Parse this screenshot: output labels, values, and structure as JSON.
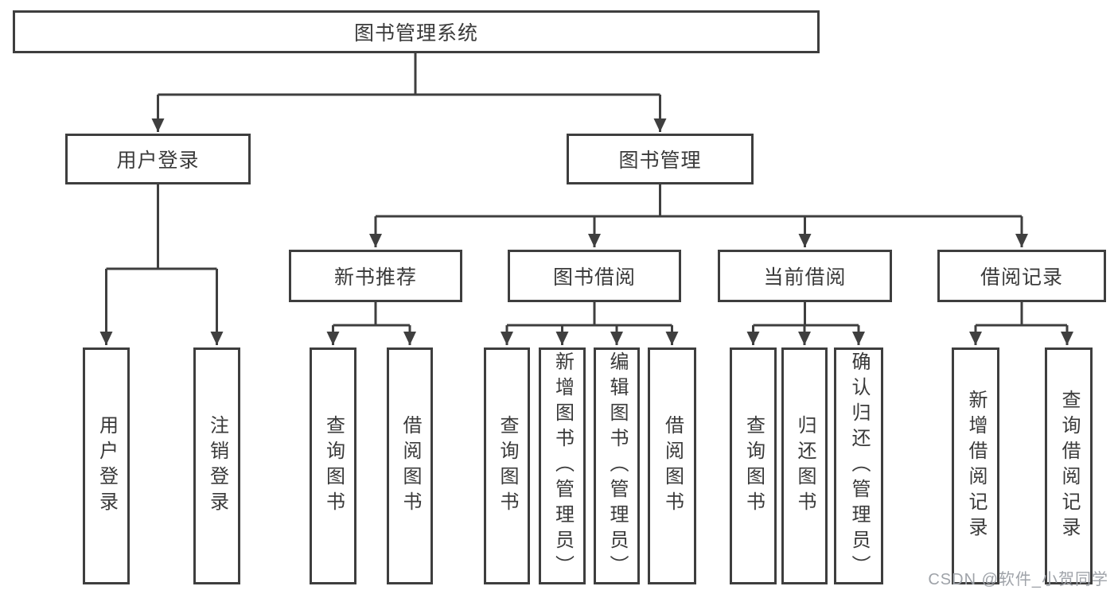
{
  "diagram": {
    "title": "图书管理系统",
    "root": {
      "label": "图书管理系统"
    },
    "branches": [
      {
        "label": "用户登录",
        "children": [
          {
            "label": "用户登录"
          },
          {
            "label": "注销登录"
          }
        ]
      },
      {
        "label": "图书管理",
        "children": [
          {
            "label": "新书推荐",
            "children": [
              {
                "label": "查询图书"
              },
              {
                "label": "借阅图书"
              }
            ]
          },
          {
            "label": "图书借阅",
            "children": [
              {
                "label": "查询图书"
              },
              {
                "label": "新增图书（管理员）"
              },
              {
                "label": "编辑图书（管理员）"
              },
              {
                "label": "借阅图书"
              }
            ]
          },
          {
            "label": "当前借阅",
            "children": [
              {
                "label": "查询图书"
              },
              {
                "label": "归还图书"
              },
              {
                "label": "确认归还（管理员）"
              }
            ]
          },
          {
            "label": "借阅记录",
            "children": [
              {
                "label": "新增借阅记录"
              },
              {
                "label": "查询借阅记录"
              }
            ]
          }
        ]
      }
    ]
  },
  "watermark": {
    "text": "CSDN @软件_小贺同学"
  },
  "colors": {
    "line": "#3f3f3f",
    "border": "#3e3e3e",
    "text": "#3a3a3a",
    "watermark": "#9fa3a9",
    "background": "#ffffff"
  }
}
